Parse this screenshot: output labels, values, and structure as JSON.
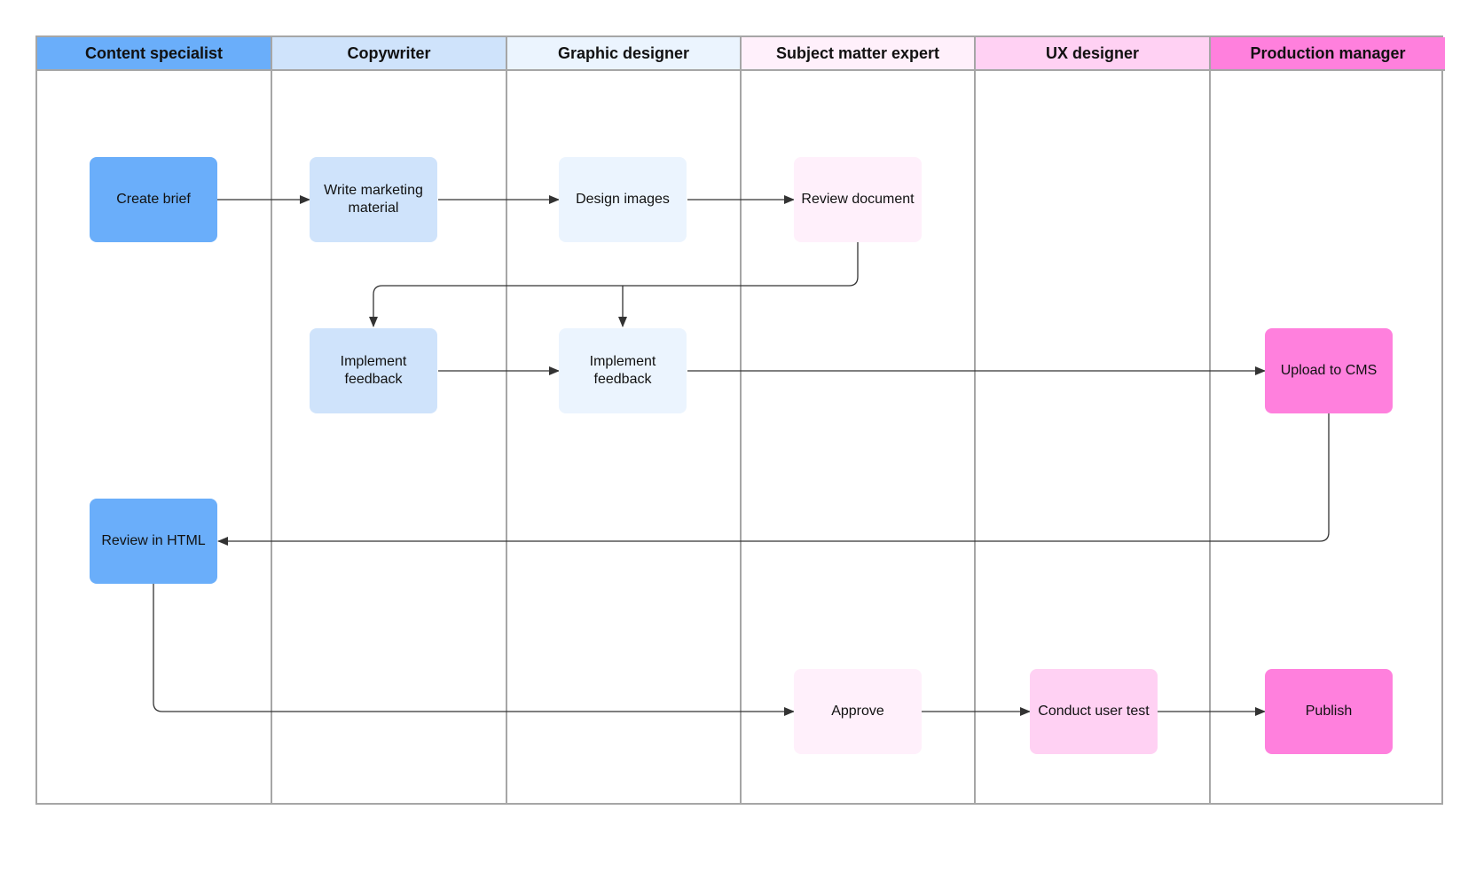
{
  "colors": {
    "content_specialist": "#6aaefa",
    "copywriter": "#cfe3fb",
    "graphic_designer": "#ebf4fe",
    "subject_matter_expert": "#fff0fb",
    "ux_designer": "#ffd1f3",
    "production_manager": "#ff80dd",
    "border": "#a6a6a6",
    "connector": "#333333"
  },
  "lanes": [
    {
      "label": "Content specialist"
    },
    {
      "label": "Copywriter"
    },
    {
      "label": "Graphic designer"
    },
    {
      "label": "Subject matter expert"
    },
    {
      "label": "UX designer"
    },
    {
      "label": "Production manager"
    }
  ],
  "nodes": {
    "create_brief": "Create brief",
    "write_marketing": "Write marketing material",
    "design_images": "Design images",
    "review_document": "Review document",
    "implement_feedback_copy": "Implement feedback",
    "implement_feedback_graphic": "Implement feedback",
    "upload_cms": "Upload to CMS",
    "review_html": "Review in HTML",
    "approve": "Approve",
    "conduct_user_test": "Conduct user test",
    "publish": "Publish"
  },
  "edges": [
    {
      "from": "create_brief",
      "to": "write_marketing"
    },
    {
      "from": "write_marketing",
      "to": "design_images"
    },
    {
      "from": "design_images",
      "to": "review_document"
    },
    {
      "from": "review_document",
      "to": "implement_feedback_copy"
    },
    {
      "from": "review_document",
      "to": "implement_feedback_graphic"
    },
    {
      "from": "implement_feedback_copy",
      "to": "implement_feedback_graphic"
    },
    {
      "from": "implement_feedback_graphic",
      "to": "upload_cms"
    },
    {
      "from": "upload_cms",
      "to": "review_html"
    },
    {
      "from": "review_html",
      "to": "approve"
    },
    {
      "from": "approve",
      "to": "conduct_user_test"
    },
    {
      "from": "conduct_user_test",
      "to": "publish"
    }
  ]
}
